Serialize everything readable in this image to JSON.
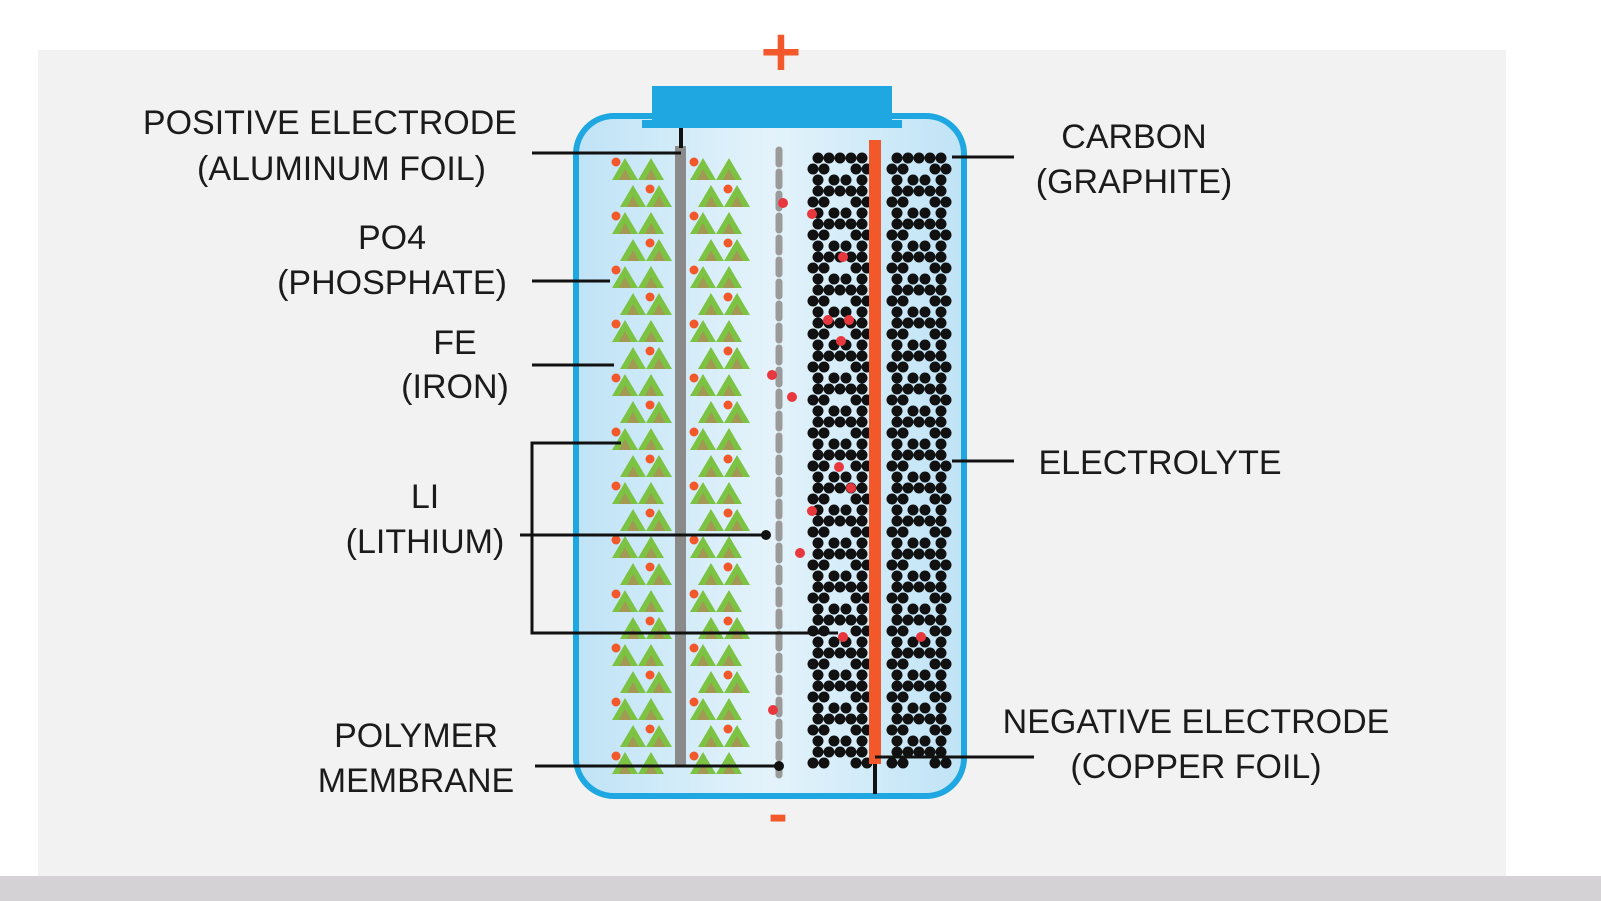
{
  "terminals": {
    "positive": "+",
    "negative": "-"
  },
  "labels": {
    "positive_electrode": [
      "POSITIVE ELECTRODE",
      "(ALUMINUM FOIL)"
    ],
    "phosphate": [
      "PO4",
      "(PHOSPHATE)"
    ],
    "iron": [
      "FE",
      "(IRON)"
    ],
    "lithium": [
      "LI",
      "(LITHIUM)"
    ],
    "polymer_membrane": [
      "POLYMER",
      "MEMBRANE"
    ],
    "carbon": [
      "CARBON",
      "(GRAPHITE)"
    ],
    "electrolyte": [
      "ELECTROLYTE"
    ],
    "negative_electrode": [
      "NEGATIVE ELECTRODE",
      "(COPPER FOIL)"
    ]
  },
  "colors": {
    "casing": "#1ea7e1",
    "electrolyte_fill": "#cfe9f7",
    "aluminum_foil": "#8a8a8a",
    "copper_foil": "#f2582a",
    "phosphate_green": "#7cc243",
    "iron_brown": "#b08a5a",
    "lithium_red": "#e8383d",
    "graphite_black": "#111111",
    "terminal_sign": "#f2582a"
  }
}
